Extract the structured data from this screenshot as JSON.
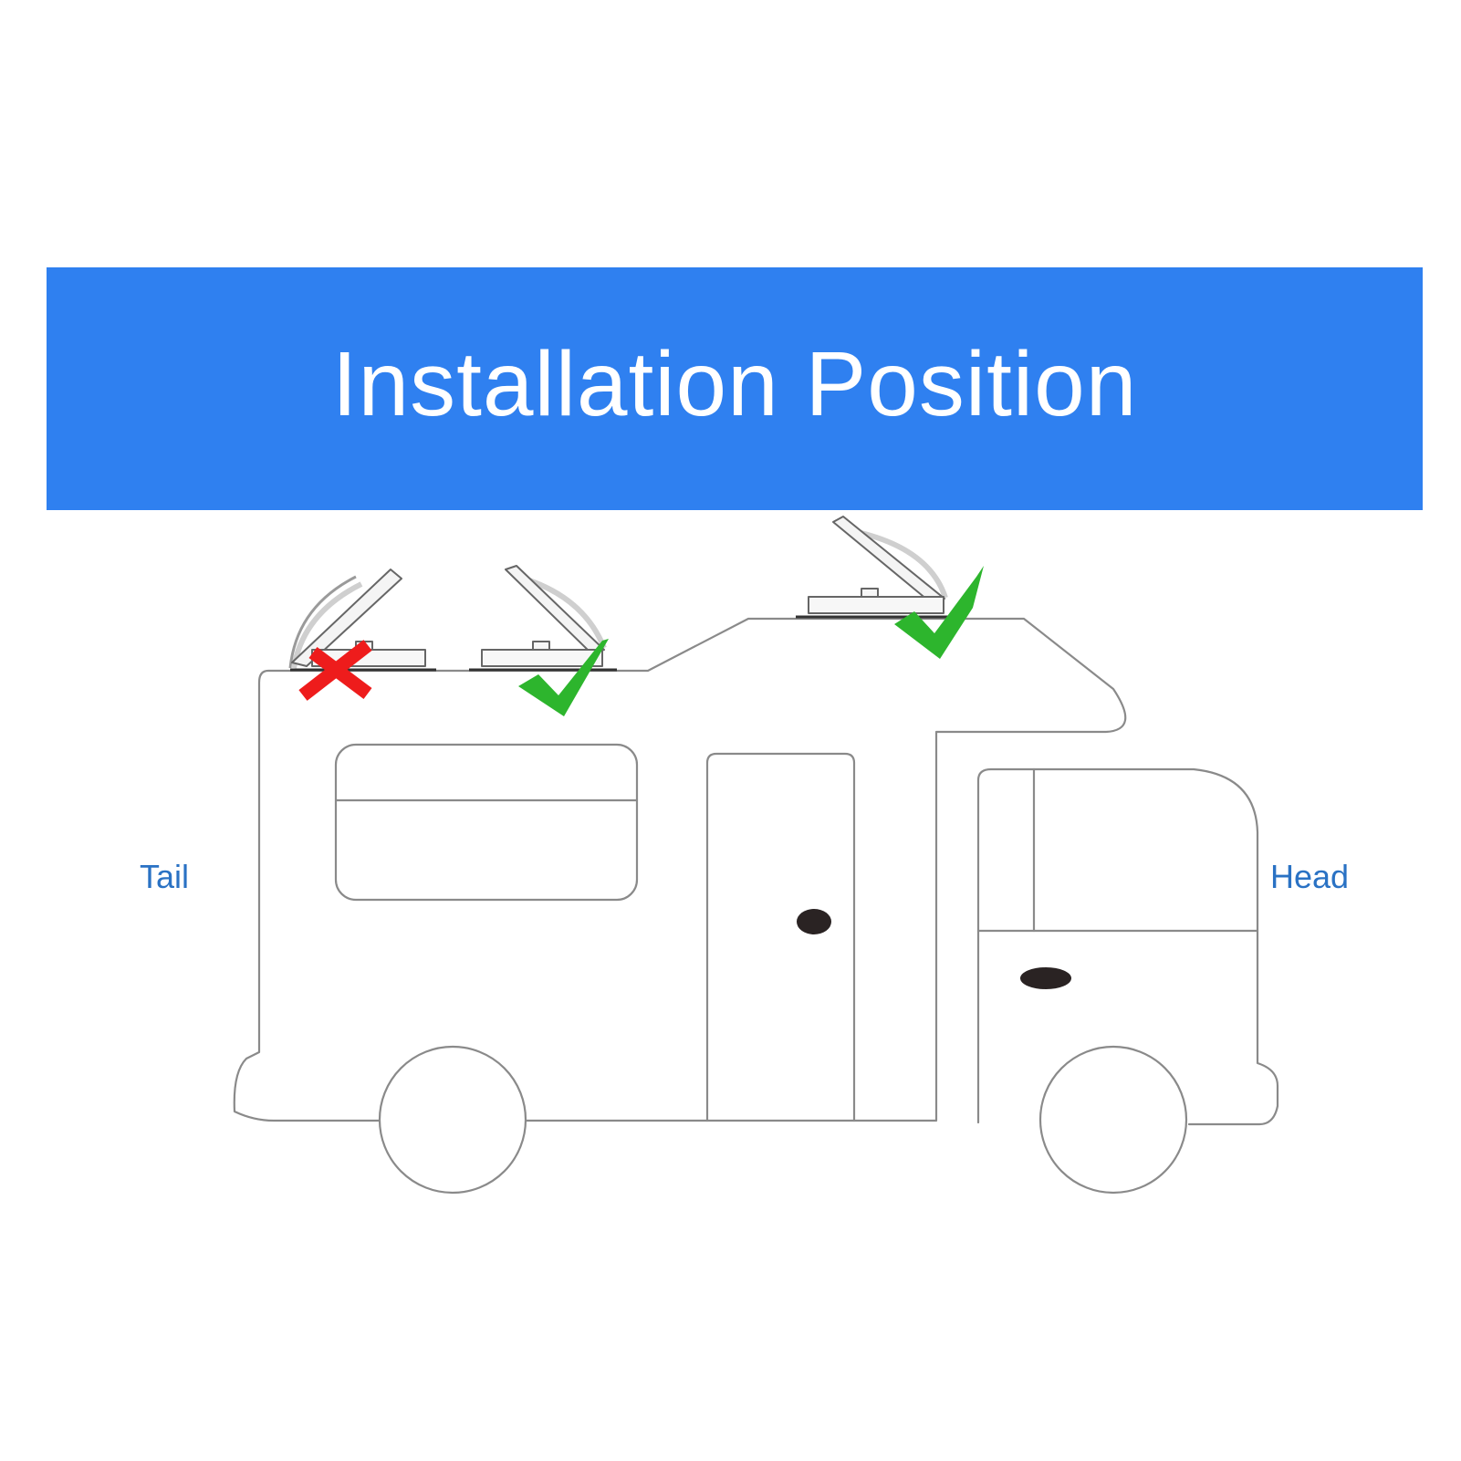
{
  "banner": {
    "title": "Installation Position",
    "background_color": "#2f80f0",
    "text_color": "#ffffff"
  },
  "labels": {
    "tail": "Tail",
    "head": "Head",
    "label_color": "#2a72c4"
  },
  "vents": [
    {
      "name": "rear-vent",
      "status": "incorrect",
      "mark_icon": "x-mark-icon"
    },
    {
      "name": "middle-vent",
      "status": "correct",
      "mark_icon": "check-mark-icon"
    },
    {
      "name": "overcab-vent",
      "status": "correct",
      "mark_icon": "check-mark-icon"
    }
  ],
  "colors": {
    "correct": "#2db52d",
    "incorrect": "#ee1c1c",
    "outline": "#8a8a8a"
  }
}
